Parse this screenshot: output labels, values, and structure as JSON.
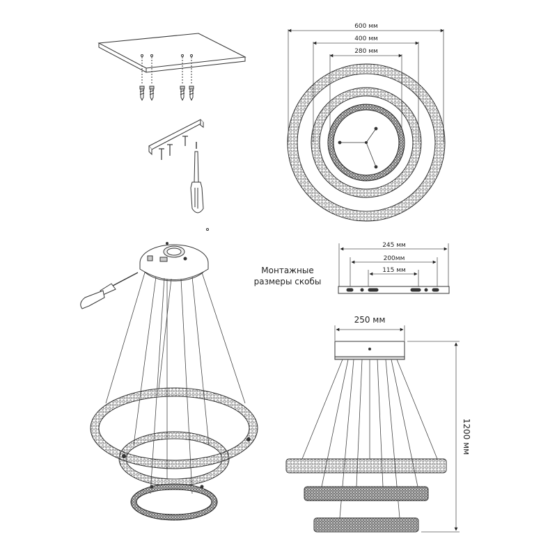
{
  "top_view": {
    "dim_outer": "600 мм",
    "dim_middle": "400 мм",
    "dim_inner": "280 мм"
  },
  "bracket": {
    "caption_line1": "Монтажные",
    "caption_line2": "размеры скобы",
    "dim_total": "245 мм",
    "dim_middle": "200мм",
    "dim_inner": "115 мм"
  },
  "side_view": {
    "canopy_width": "250 мм",
    "height": "1200 мм"
  },
  "colors": {
    "line": "#333333",
    "accent": "#555555"
  }
}
